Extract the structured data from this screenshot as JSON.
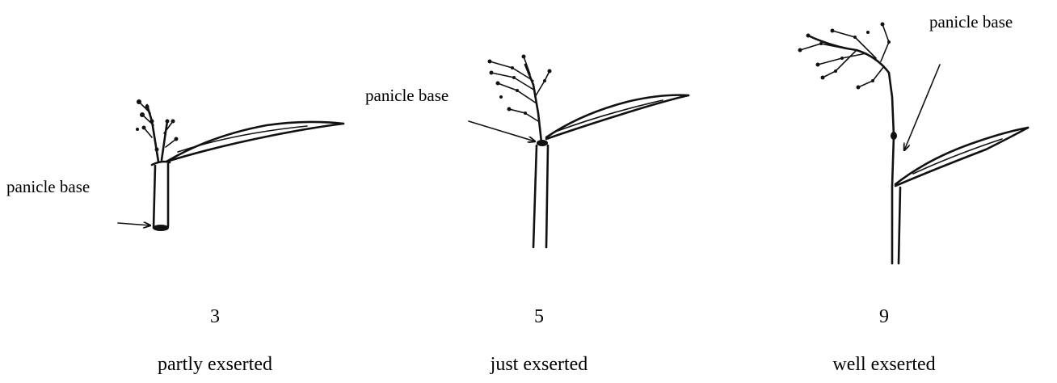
{
  "panels": [
    {
      "score": "3",
      "description": "partly exserted",
      "annotation": "panicle base"
    },
    {
      "score": "5",
      "description": "just exserted",
      "annotation": "panicle base"
    },
    {
      "score": "9",
      "description": "well exserted",
      "annotation": "panicle base"
    }
  ]
}
